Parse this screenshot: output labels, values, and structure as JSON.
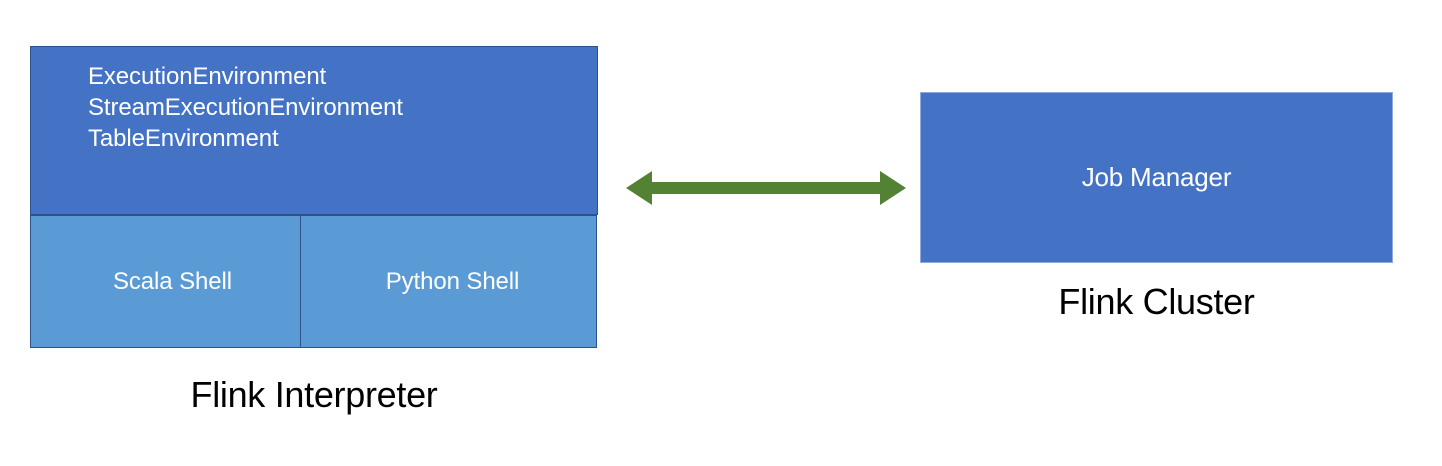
{
  "diagram": {
    "title": "Flink Interpreter and Flink Cluster architecture",
    "background_color": "#FFFFFF",
    "colors": {
      "box_dark_blue": "#4472C4",
      "box_light_blue": "#5B9BD5",
      "box_border_dark": "#2F528F",
      "box_border_light": "#8FAADC",
      "arrow_green": "#548235",
      "box_text": "#FFFFFF",
      "caption_text": "#000000"
    },
    "interpreter": {
      "caption": "Flink Interpreter",
      "environments": [
        "ExecutionEnvironment",
        "StreamExecutionEnvironment",
        "TableEnvironment"
      ],
      "shells": [
        {
          "label": "Scala Shell"
        },
        {
          "label": "Python Shell"
        }
      ]
    },
    "cluster": {
      "caption": "Flink Cluster",
      "node_label": "Job Manager"
    },
    "connector": {
      "icon": "double-headed-arrow-icon",
      "direction": "bidirectional",
      "color": "#548235"
    }
  }
}
